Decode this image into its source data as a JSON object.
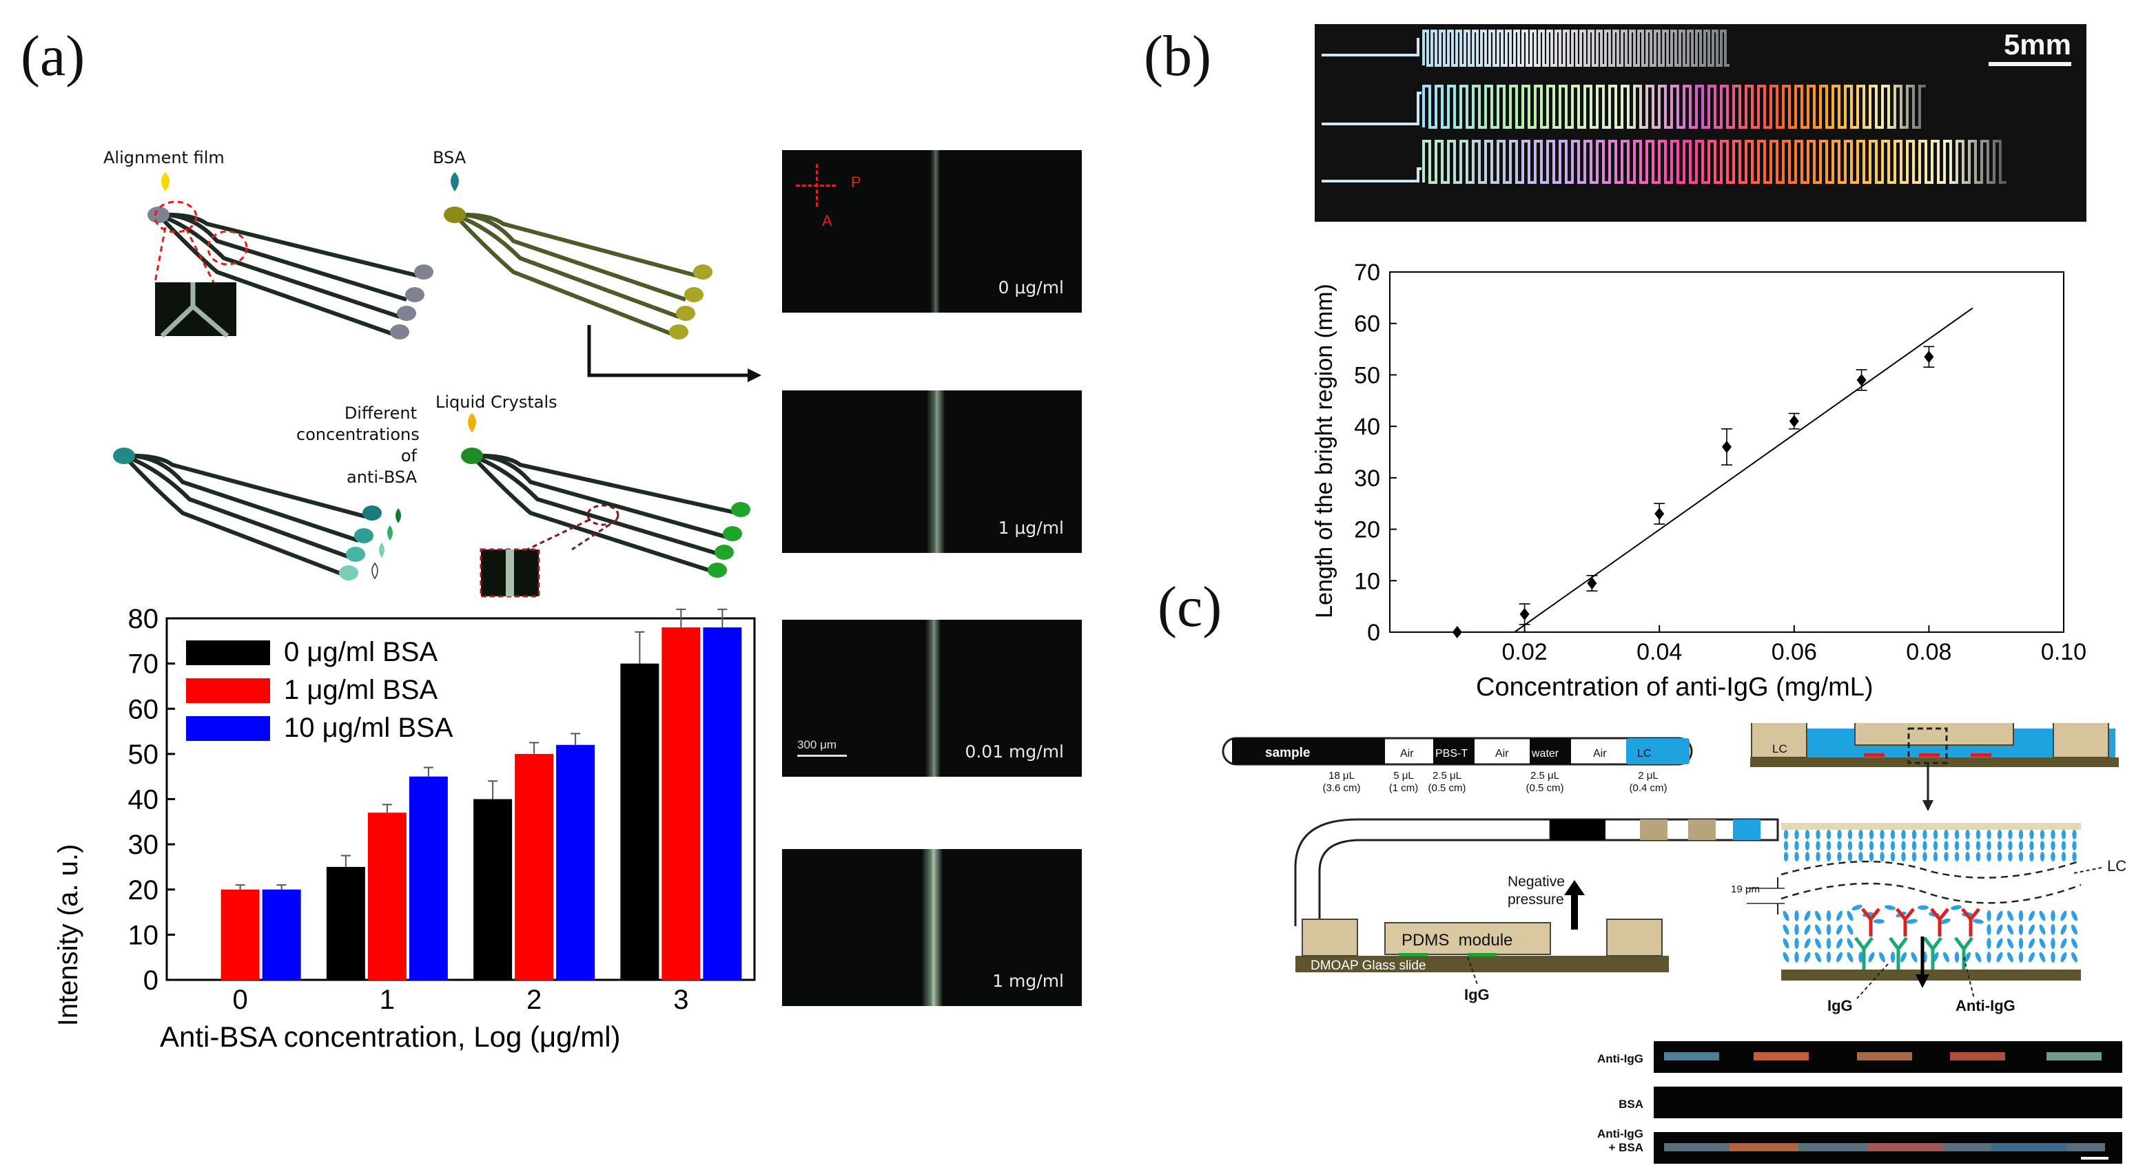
{
  "panels": {
    "a": "(a)",
    "b": "(b)",
    "c": "(c)"
  },
  "panel_a": {
    "steps": {
      "alignment": "Alignment film",
      "bsa": "BSA",
      "anti_bsa_lines": [
        "Different",
        "concentrations of",
        "anti-BSA"
      ],
      "lc": "Liquid Crystals"
    },
    "micrographs": [
      {
        "caption": "0 μg/ml"
      },
      {
        "caption": "1 μg/ml"
      },
      {
        "caption": "0.01 mg/ml",
        "scalebar": "300 μm"
      },
      {
        "caption": "1 mg/ml"
      }
    ],
    "polarizer": {
      "p": "P",
      "a": "A"
    }
  },
  "panel_b": {
    "scale": "5mm"
  },
  "panel_c": {
    "tube": {
      "segments": [
        "sample",
        "Air",
        "PBS-T",
        "Air",
        "water",
        "Air",
        "LC"
      ],
      "volumes": [
        [
          "18 μL",
          "(3.6 cm)"
        ],
        [
          "5 μL",
          "(1 cm)"
        ],
        [
          "2.5 μL",
          "(0.5 cm)"
        ],
        [
          "2.5 μL",
          "(0.5 cm)"
        ],
        [
          "2 μL",
          "(0.4 cm)"
        ]
      ]
    },
    "neg_pressure": [
      "Negative",
      "pressure"
    ],
    "module": "PDMS  module",
    "slide": "DMOAP Glass slide",
    "igg": "IgG",
    "lc_top": "LC",
    "lc_side": "LC",
    "gap": "19 μm",
    "igg2": "IgG",
    "anti_igg": "Anti-IgG",
    "strips": [
      "Anti-IgG",
      "BSA",
      "Anti-IgG\n+ BSA"
    ]
  },
  "chart_data": [
    {
      "type": "bar",
      "categories": [
        "0",
        "1",
        "2",
        "3"
      ],
      "series": [
        {
          "name": "0 μg/ml BSA",
          "color": "#000000",
          "values": [
            0,
            25,
            40,
            70
          ],
          "errors": [
            0,
            2.5,
            4,
            7
          ]
        },
        {
          "name": "1 μg/ml BSA",
          "color": "#ff0000",
          "values": [
            20,
            37,
            50,
            78
          ],
          "errors": [
            1,
            1.8,
            2.5,
            4
          ]
        },
        {
          "name": "10 μg/ml BSA",
          "color": "#0000ff",
          "values": [
            20,
            45,
            52,
            78
          ],
          "errors": [
            1,
            2,
            2.5,
            4
          ]
        }
      ],
      "xlabel": "Anti-BSA concentration, Log (μg/ml)",
      "ylabel": "Intensity (a. u.)",
      "ylim": [
        0,
        80
      ],
      "yticks": [
        0,
        10,
        20,
        30,
        40,
        50,
        60,
        70,
        80
      ],
      "legend": "top-left"
    },
    {
      "type": "scatter",
      "x": [
        0.01,
        0.02,
        0.03,
        0.04,
        0.05,
        0.06,
        0.07,
        0.08
      ],
      "y": [
        0,
        3.5,
        9.5,
        23,
        36,
        41,
        49,
        53.5
      ],
      "errors": [
        0,
        2,
        1.5,
        2,
        3.5,
        1.5,
        2,
        2
      ],
      "fit": {
        "x": [
          0.0185,
          0.0865
        ],
        "y": [
          0,
          63
        ]
      },
      "xlabel": "Concentration of anti-IgG (mg/mL)",
      "ylabel": "Length of the bright region (mm)",
      "xlim": [
        0,
        0.1
      ],
      "ylim": [
        0,
        70
      ],
      "xticks": [
        "0.02",
        "0.04",
        "0.06",
        "0.08",
        "0.10"
      ],
      "yticks": [
        0,
        10,
        20,
        30,
        40,
        50,
        60,
        70
      ]
    }
  ]
}
